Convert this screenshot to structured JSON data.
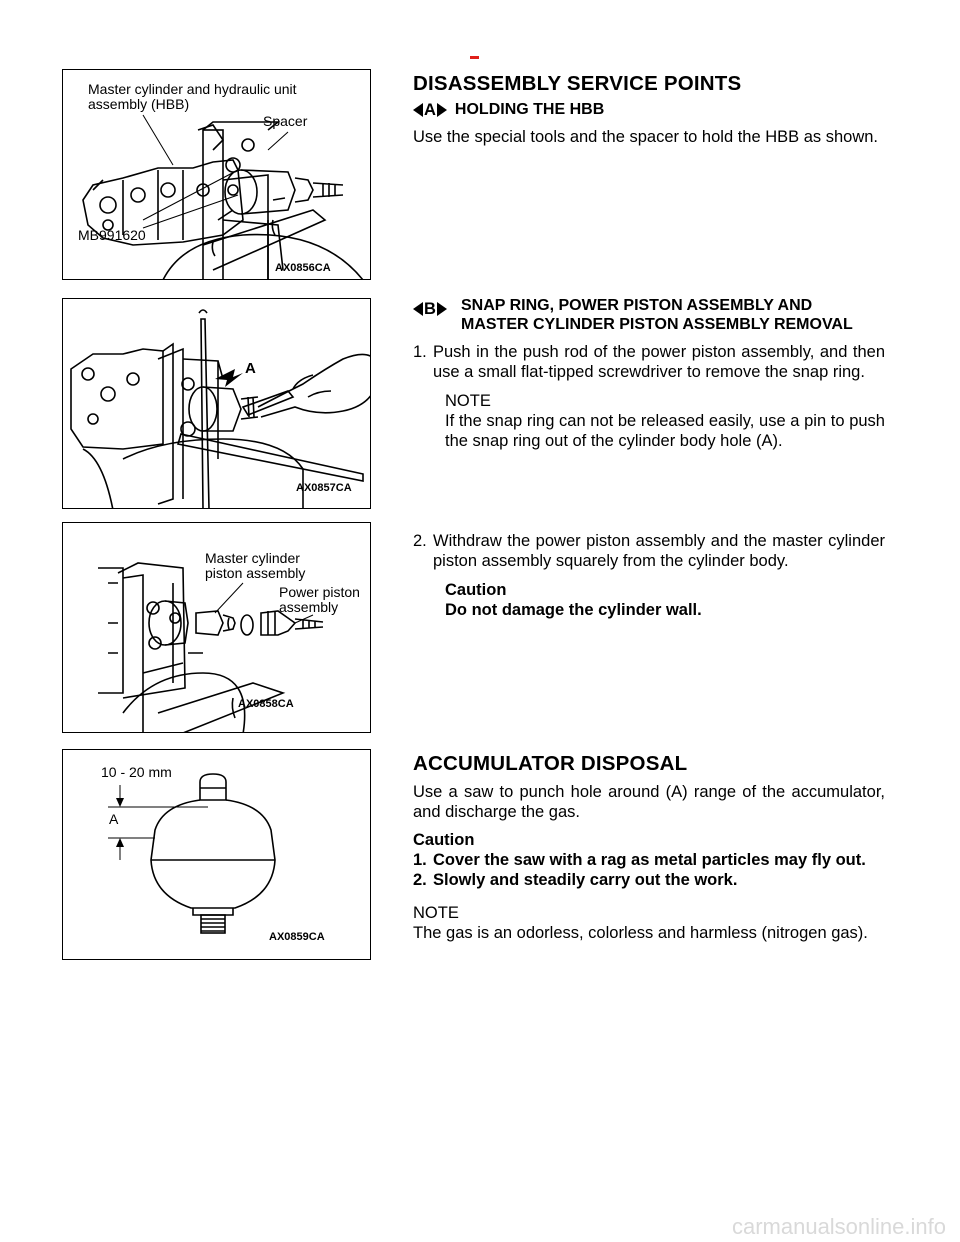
{
  "figures": [
    {
      "labels": {
        "hbb": "Master cylinder and hydraulic unit\nassembly (HBB)",
        "spacer": "Spacer",
        "tool": "MB991620"
      },
      "code": "AX0856CA"
    },
    {
      "labels": {
        "a": "A"
      },
      "code": "AX0857CA"
    },
    {
      "labels": {
        "mcpa": "Master cylinder\npiston assembly",
        "ppa": "Power piston\nassembly"
      },
      "code": "AX0858CA"
    },
    {
      "labels": {
        "range": "10 - 20 mm",
        "a": "A"
      },
      "code": "AX0859CA"
    }
  ],
  "sections": {
    "disassembly": {
      "heading": "DISASSEMBLY SERVICE POINTS",
      "a_ref": "A",
      "a_title": "HOLDING THE HBB",
      "a_text": "Use the special tools and the spacer to hold the HBB as shown.",
      "b_ref": "B",
      "b_title": "SNAP RING, POWER PISTON ASSEMBLY AND MASTER CYLINDER PISTON ASSEMBLY REMOVAL",
      "step1_num": "1.",
      "step1_text": "Push in the push rod of the power piston assembly, and then use a small flat-tipped screwdriver to remove the snap ring.",
      "note1_label": "NOTE",
      "note1_text": "If the snap ring can not be released easily, use a pin to push the snap ring out of the cylinder body hole (A).",
      "step2_num": "2.",
      "step2_text": "Withdraw the power piston assembly and the master cylinder piston assembly squarely from the cylinder body.",
      "caution_label": "Caution",
      "caution_text": "Do not damage the cylinder wall."
    },
    "accumulator": {
      "heading": "ACCUMULATOR DISPOSAL",
      "text": "Use a saw to punch hole around (A) range of the accumulator, and discharge the gas.",
      "caution_label": "Caution",
      "c1_num": "1.",
      "c1_text": "Cover the saw with a rag as metal particles may fly out.",
      "c2_num": "2.",
      "c2_text": "Slowly and steadily carry out the work.",
      "note_label": "NOTE",
      "note_text": "The gas is an odorless, colorless and harmless (nitrogen gas)."
    }
  },
  "footer": "carmanualsonline.info"
}
